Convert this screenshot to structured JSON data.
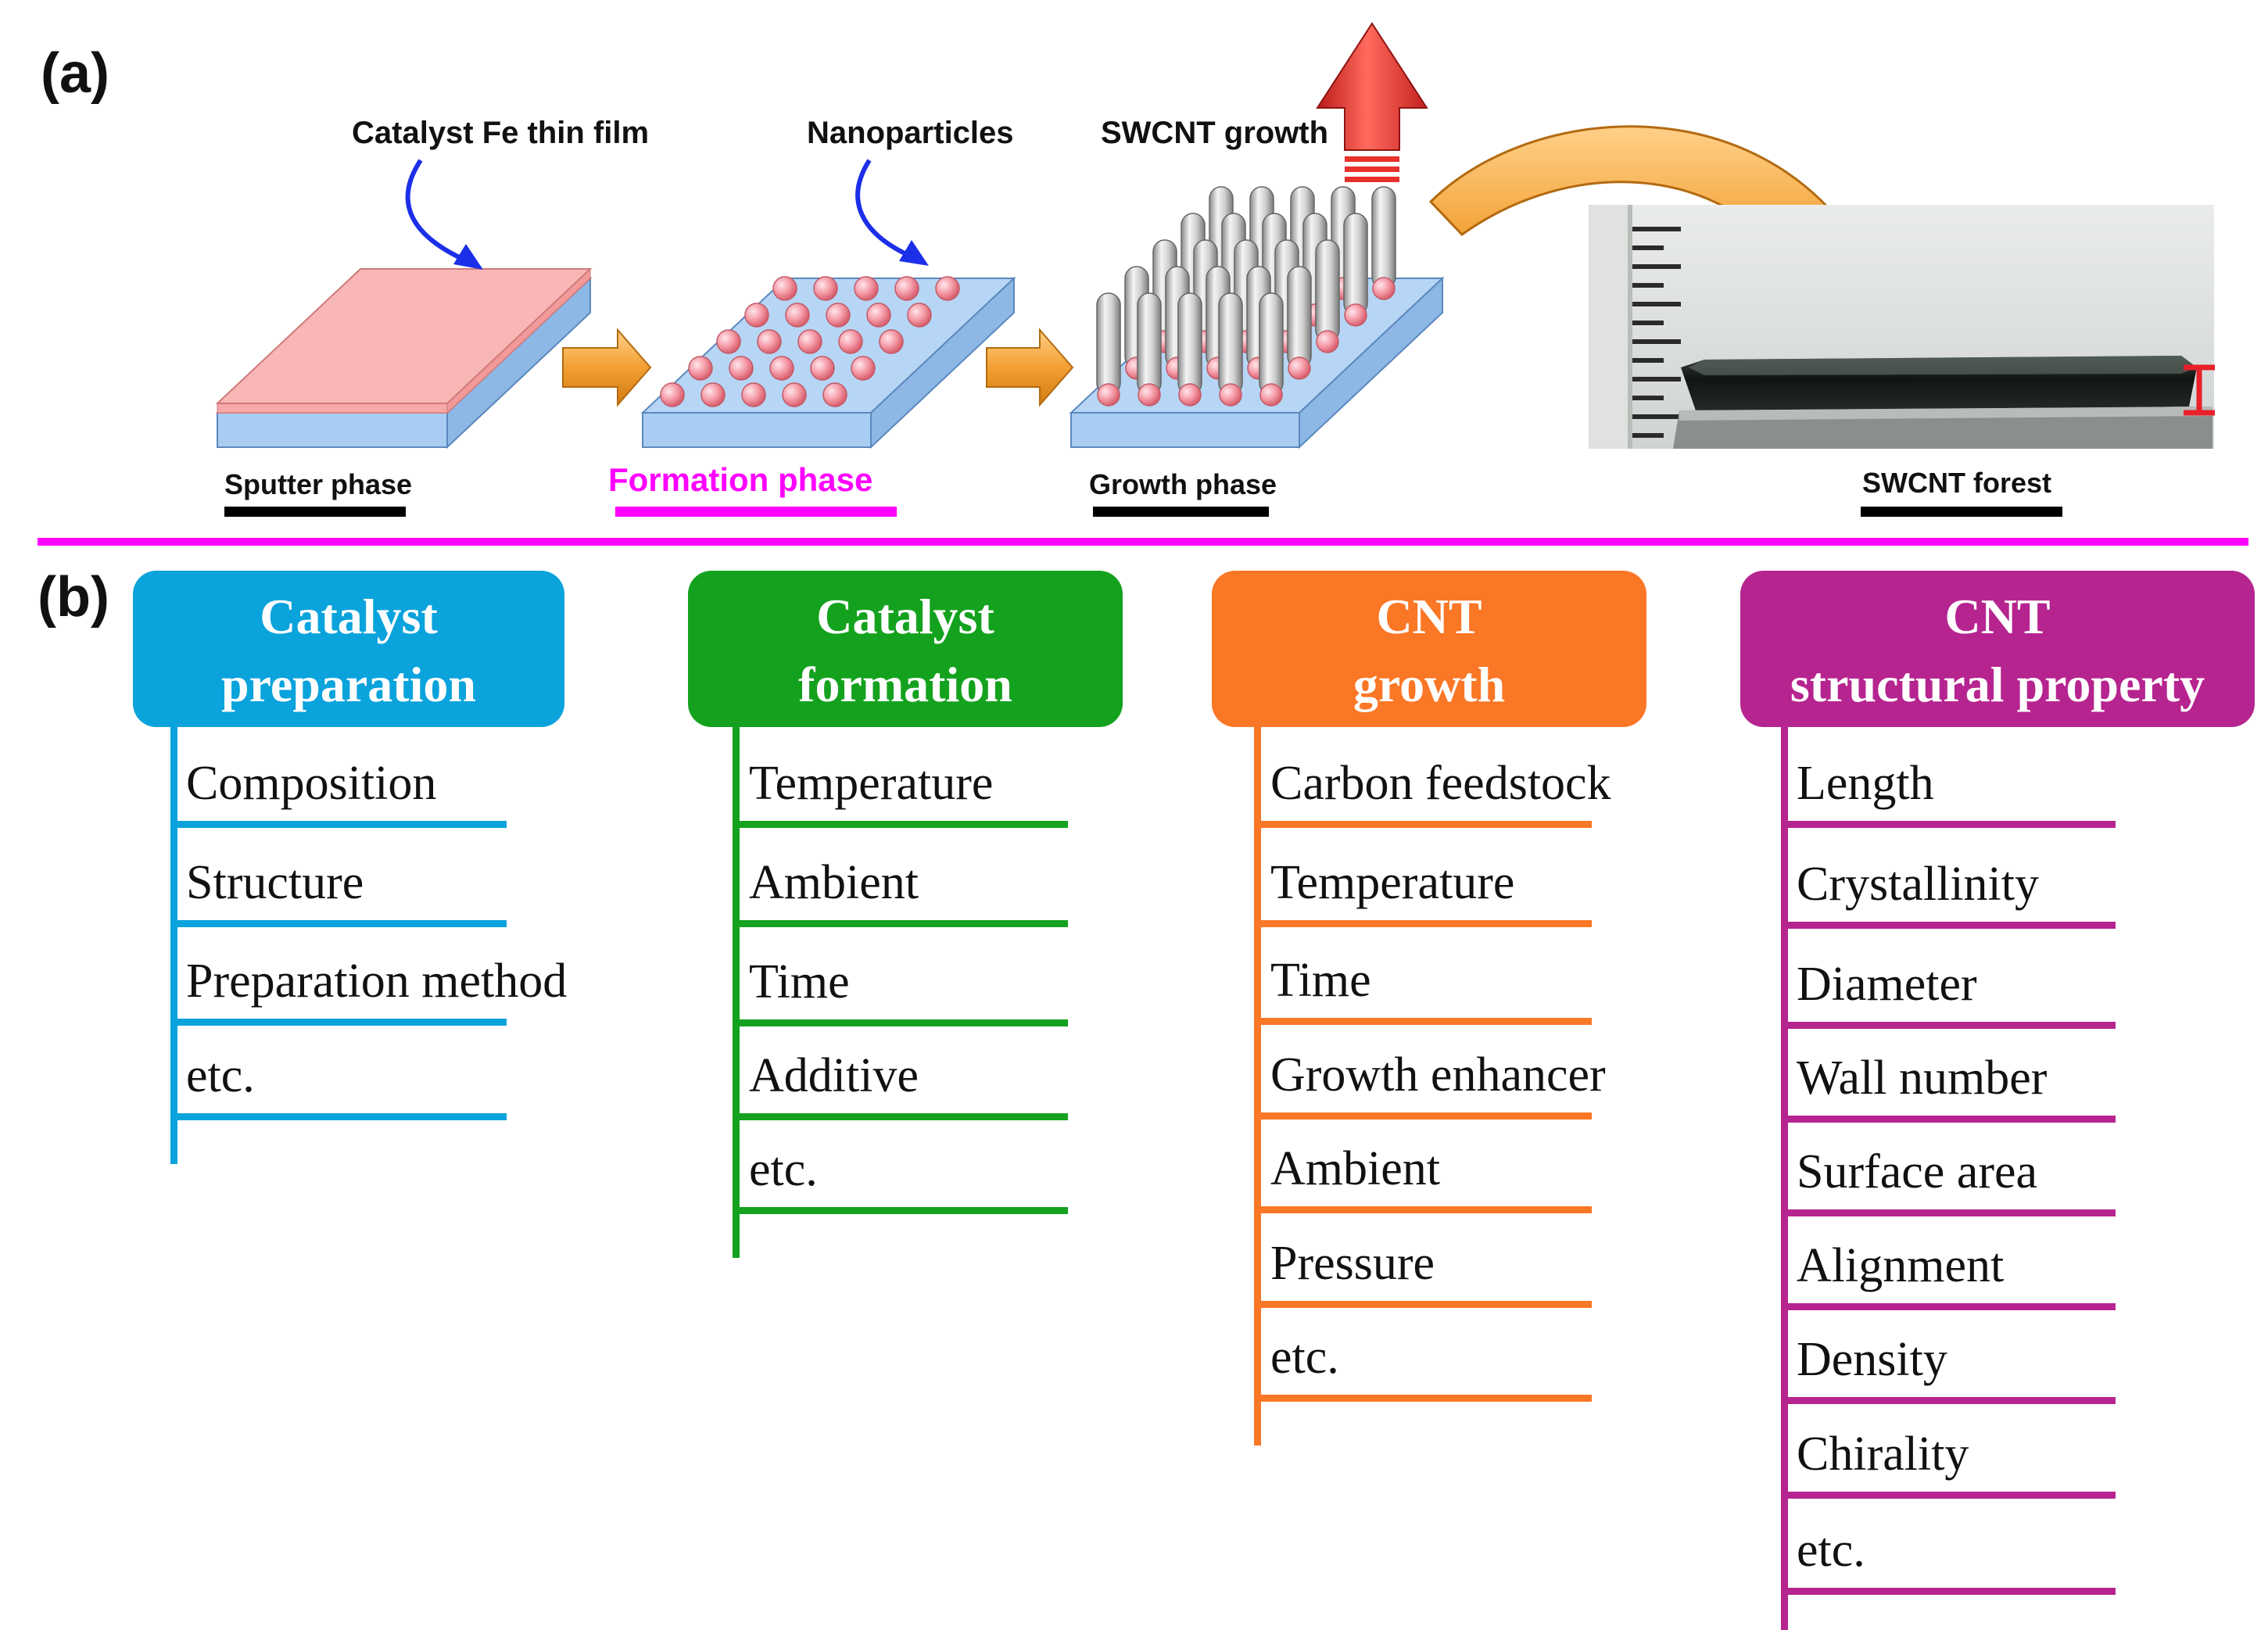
{
  "panel_a": {
    "label": "(a)",
    "callouts": {
      "fe_film": "Catalyst Fe thin film",
      "nanoparticles": "Nanoparticles",
      "growth": "SWCNT growth"
    },
    "phases": {
      "sputter": "Sputter phase",
      "formation": "Formation phase",
      "growth": "Growth phase",
      "forest": "SWCNT forest"
    }
  },
  "panel_b": {
    "label": "(b)",
    "columns": [
      {
        "title_line1": "Catalyst",
        "title_line2": "preparation",
        "color": "#0aa3dc",
        "items": [
          "Composition",
          "Structure",
          "Preparation method",
          "etc."
        ]
      },
      {
        "title_line1": "Catalyst",
        "title_line2": "formation",
        "color": "#14a21e",
        "items": [
          "Temperature",
          "Ambient",
          "Time",
          "Additive",
          "etc."
        ]
      },
      {
        "title_line1": "CNT",
        "title_line2": "growth",
        "color": "#fa7726",
        "items": [
          "Carbon feedstock",
          "Temperature",
          "Time",
          "Growth enhancer",
          "Ambient",
          "Pressure",
          "etc."
        ]
      },
      {
        "title_line1": "CNT",
        "title_line2": "structural property",
        "color": "#b6248f",
        "items": [
          "Length",
          "Crystallinity",
          "Diameter",
          "Wall number",
          "Surface area",
          "Alignment",
          "Density",
          "Chirality",
          "etc."
        ]
      }
    ]
  },
  "colors": {
    "divider": "#ff00ff",
    "film": "#f7a8a8",
    "substrate": "#a9cdf2",
    "particle": "#f59ca8",
    "tube": "#c8c8c8",
    "flow_arrow": "#f2a032",
    "up_arrow": "#e8302c",
    "callout_arrow": "#1c2fe8",
    "scale_bar": "#000000",
    "formation_label": "#ff00ff",
    "forest": "#1a1f1a",
    "height_marker": "#e8202a"
  },
  "icons": [
    "callout-arrow-icon",
    "process-arrow-icon",
    "up-arrow-icon",
    "curved-arrow-icon",
    "height-marker-icon"
  ]
}
